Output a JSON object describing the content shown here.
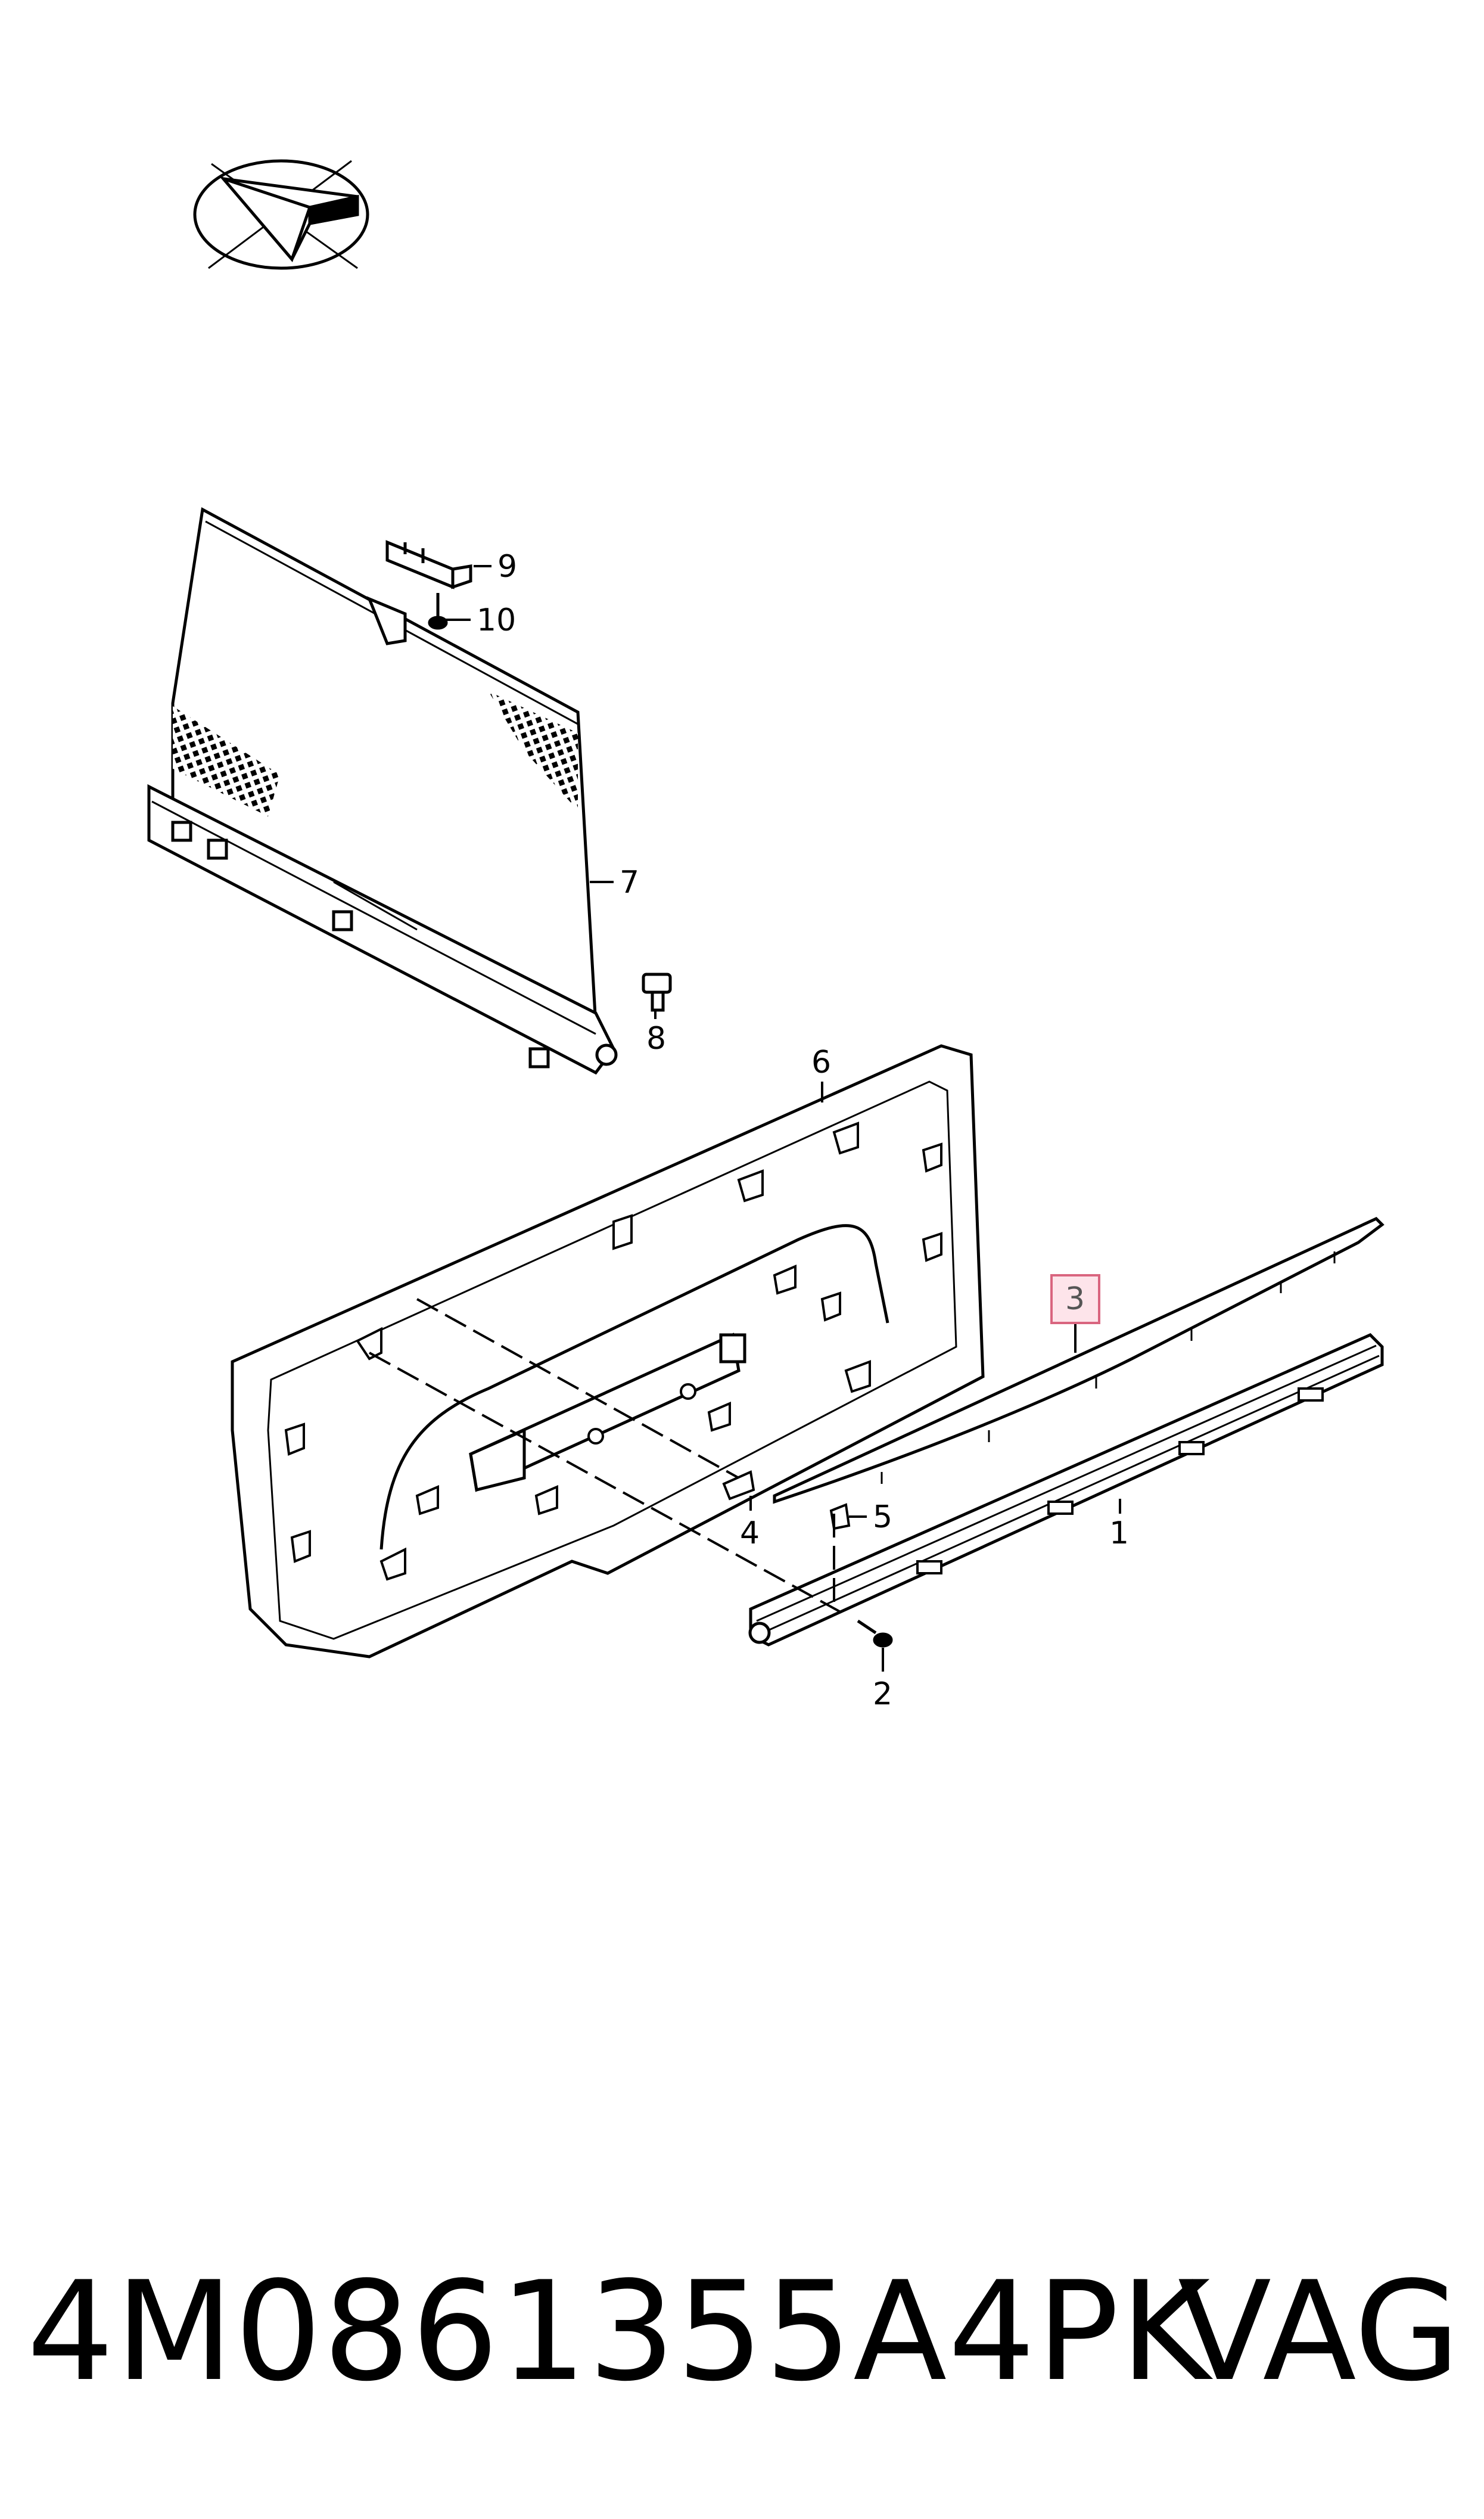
{
  "callouts": {
    "c1": "1",
    "c2": "2",
    "c3": "3",
    "c4": "4",
    "c5": "5",
    "c6": "6",
    "c7": "7",
    "c8": "8",
    "c9": "9",
    "c10": "10"
  },
  "highlighted_callout": "3",
  "footer": {
    "part_number": "4M0861355A4PK",
    "brand": "VAG"
  },
  "icons": {
    "orientation": "direction-arrow-icon"
  },
  "colors": {
    "line": "#000000",
    "highlight_fill": "#fde4ea",
    "highlight_stroke": "#d9657f"
  }
}
